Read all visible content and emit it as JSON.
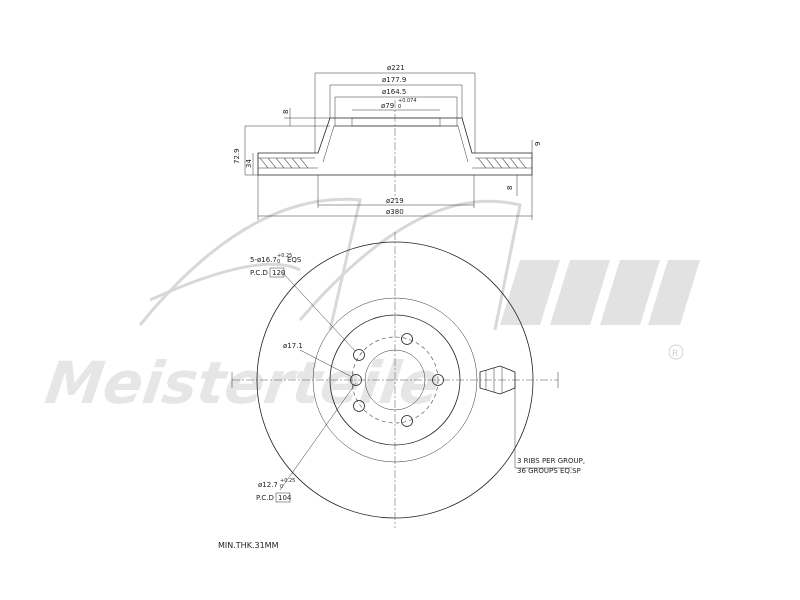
{
  "side_view": {
    "dia_221": "ø221",
    "dia_177_9": "ø177.9",
    "dia_164_5": "ø164.5",
    "dia_79": "ø79",
    "dia_79_tol_upper": "+0.074",
    "dia_79_tol_lower": "0",
    "dim_8_top": "8",
    "dim_72_9": "72.9",
    "dim_34": "34",
    "dim_9": "9",
    "dim_8_right": "8",
    "dia_219": "ø219",
    "dia_380": "ø380"
  },
  "front_view": {
    "bolt_holes_label": "5-ø16.7",
    "bolt_holes_tol_upper": "+0.25",
    "bolt_holes_tol_lower": "0",
    "bolt_holes_suffix": "EQS",
    "pcd_label_top": "P.C.D",
    "pcd_value_top": "120",
    "pin_hole_dia": "ø17.1",
    "lower_hole_label": "ø12.7",
    "lower_hole_tol_upper": "+0.25",
    "lower_hole_tol_lower": "0",
    "pcd_label_bottom": "P.C.D",
    "pcd_value_bottom": "104",
    "ribs_line1": "3 RIBS PER GROUP,",
    "ribs_line2": "36 GROUPS EQ.SP"
  },
  "notes": {
    "min_thickness": "MIN.THK.31MM"
  },
  "watermark": {
    "brand": "Meisterteile",
    "trademark": "R"
  }
}
